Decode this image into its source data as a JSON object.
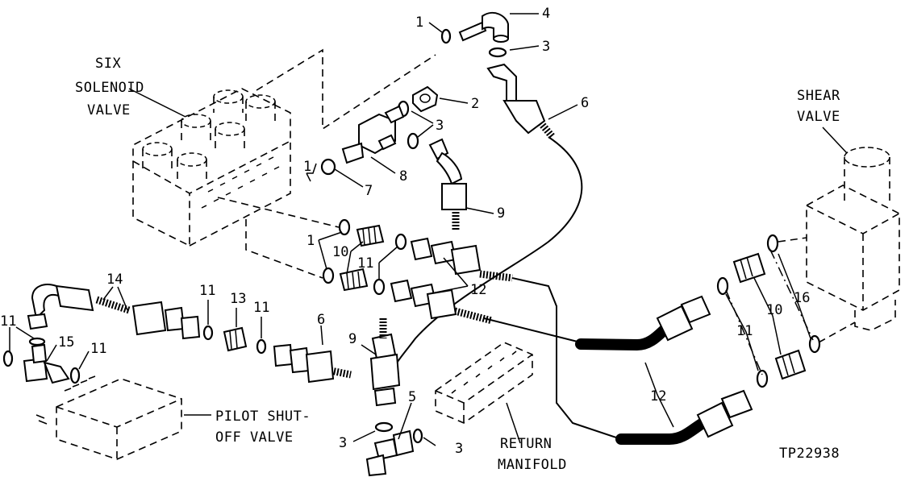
{
  "figure_id": "TP22938",
  "labels": {
    "six_solenoid_valve": [
      "SIX",
      "SOLENOID",
      "VALVE"
    ],
    "shear_valve": [
      "SHEAR",
      "VALVE"
    ],
    "pilot_shutoff_valve": [
      "PILOT SHUT-",
      "OFF VALVE"
    ],
    "return_manifold": [
      "RETURN",
      "MANIFOLD"
    ]
  },
  "callouts": {
    "c1a": "1",
    "c4": "4",
    "c3a": "3",
    "c2": "2",
    "c6a": "6",
    "c3b": "3",
    "c1b": "1",
    "c7": "7",
    "c8": "8",
    "c9a": "9",
    "c1c": "1",
    "c10a": "10",
    "c11a": "11",
    "c12a": "12",
    "c14": "14",
    "c11b": "11",
    "c13": "13",
    "c11c": "11",
    "c6b": "6",
    "c9b": "9",
    "c11d": "11",
    "c15": "15",
    "c11e": "11",
    "c5": "5",
    "c3c": "3",
    "c3d": "3",
    "c12b": "12",
    "c11f": "11",
    "c10b": "10",
    "c16": "16"
  }
}
